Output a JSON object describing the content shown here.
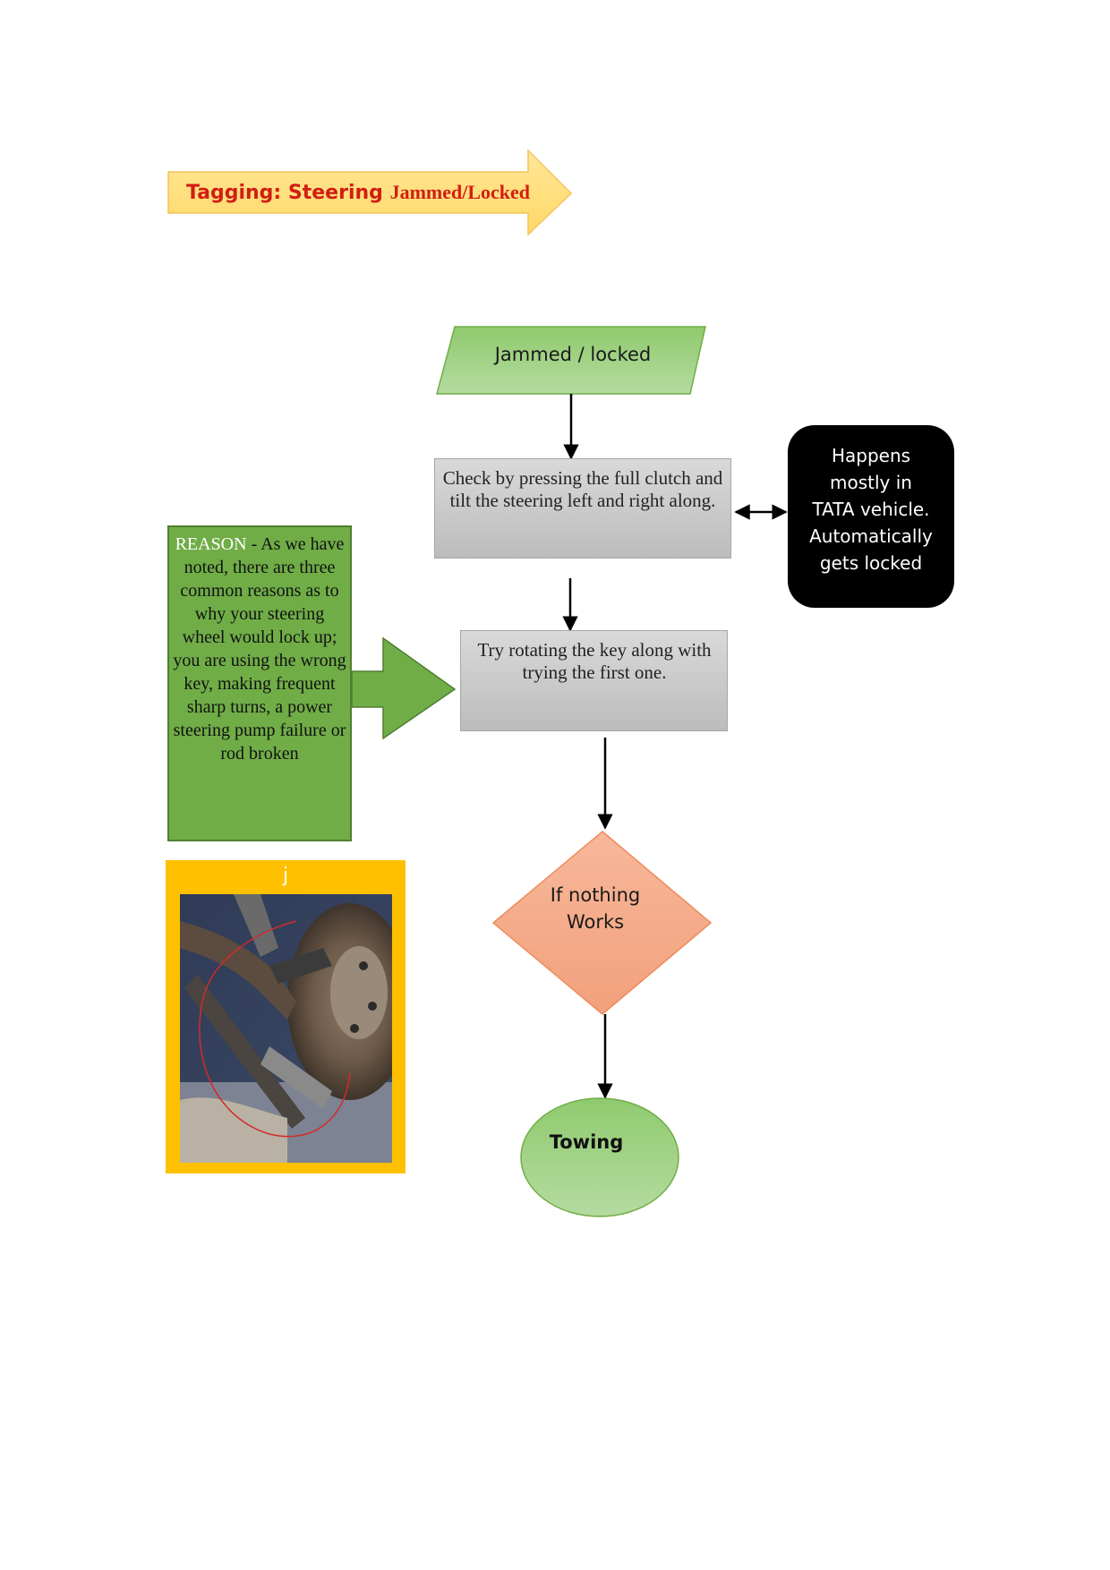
{
  "header": {
    "tag_label_prefix": "Tagging: Steering ",
    "tag_label_suffix": "Jammed/Locked"
  },
  "flow": {
    "start": "Jammed / locked",
    "step1": "Check by pressing the full clutch and tilt the steering left and right along.",
    "step2": "Try rotating the key along with trying the first one.",
    "decision_line1": "If nothing",
    "decision_line2": "Works",
    "end": "Towing"
  },
  "side_note": {
    "lines": [
      "Happens",
      "mostly in",
      "TATA vehicle.",
      "Automatically",
      "gets locked"
    ]
  },
  "reason": {
    "label": "REASON",
    "text": " - As we have noted, there are three common reasons as to why your steering wheel would lock up; you are using the wrong key, making frequent sharp turns, a power steering pump failure or rod broken"
  },
  "photo": {
    "caption": "j"
  },
  "colors": {
    "tag_arrow_fill": "#ffd966",
    "tag_text": "#d21e12",
    "start_fill": "#a9d18e",
    "reason_fill": "#70ad47",
    "decision_fill": "#f4b183",
    "end_fill": "#a9d18e",
    "note_fill": "#000000",
    "photo_frame": "#ffc000"
  }
}
